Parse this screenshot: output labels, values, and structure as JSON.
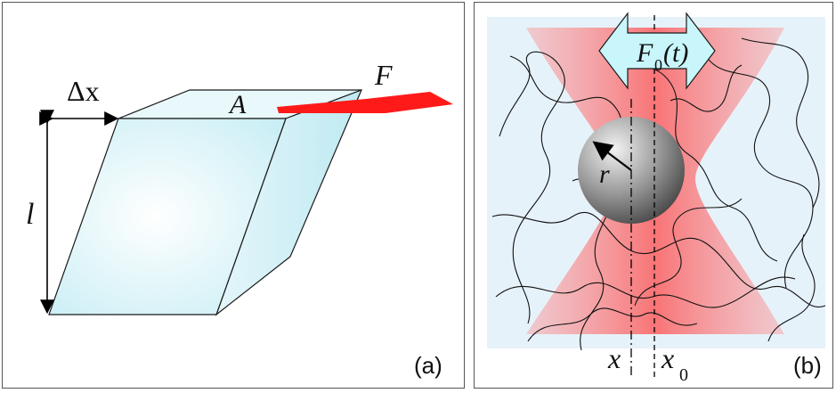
{
  "panel_a": {
    "delta_x_label": "Δx",
    "area_label": "A",
    "force_label": "F",
    "length_label": "l",
    "panel_tag": "(a)",
    "colors": {
      "force_arrow": "#ff1a1a",
      "block_face": "#d8f3f8",
      "block_edge": "#1a1a1a"
    }
  },
  "panel_b": {
    "force_label": "F",
    "force_subscript": "0",
    "force_time": "(t)",
    "radius_label": "r",
    "position_label": "x",
    "rest_position_label": "x",
    "rest_position_subscript": "0",
    "panel_tag": "(b)",
    "colors": {
      "laser_beam": "#ff5a5a",
      "arrow_fill": "#c8f6fb",
      "background": "#e6f2fa"
    }
  }
}
